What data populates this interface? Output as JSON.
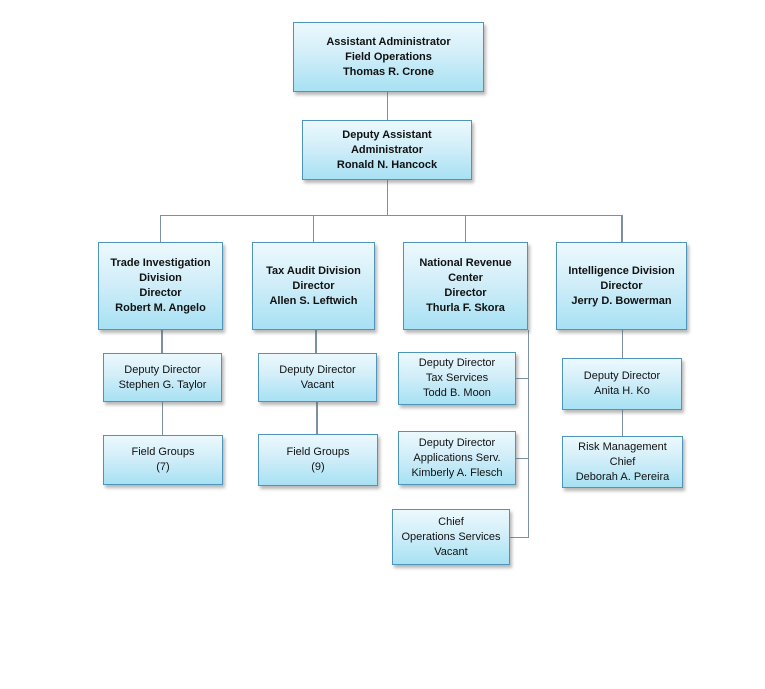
{
  "diagram": {
    "type": "org-chart",
    "nodes": {
      "assistant_administrator": {
        "lines": [
          "Assistant Administrator",
          "Field Operations",
          "Thomas R. Crone"
        ]
      },
      "deputy_assistant_administrator": {
        "lines": [
          "Deputy Assistant",
          "Administrator",
          "Ronald N. Hancock"
        ]
      },
      "trade_investigation_division": {
        "lines": [
          "Trade Investigation",
          "Division",
          "Director",
          "Robert M. Angelo"
        ]
      },
      "tax_audit_division": {
        "lines": [
          "Tax Audit Division",
          "Director",
          "Allen S. Leftwich"
        ]
      },
      "national_revenue_center": {
        "lines": [
          "National Revenue",
          "Center",
          "Director",
          "Thurla F. Skora"
        ]
      },
      "intelligence_division": {
        "lines": [
          "Intelligence Division",
          "Director",
          "Jerry D. Bowerman"
        ]
      },
      "trade_deputy_director": {
        "lines": [
          "Deputy Director",
          "Stephen G. Taylor"
        ]
      },
      "tax_audit_deputy_director": {
        "lines": [
          "Deputy Director",
          "Vacant"
        ]
      },
      "nrc_deputy_director_tax_services": {
        "lines": [
          "Deputy Director",
          "Tax Services",
          "Todd B. Moon"
        ]
      },
      "intelligence_deputy_director": {
        "lines": [
          "Deputy Director",
          "Anita H. Ko"
        ]
      },
      "trade_field_groups": {
        "lines": [
          "Field Groups",
          "(7)"
        ]
      },
      "tax_audit_field_groups": {
        "lines": [
          "Field Groups",
          "(9)"
        ]
      },
      "nrc_deputy_director_applications": {
        "lines": [
          "Deputy Director",
          "Applications Serv.",
          "Kimberly A. Flesch"
        ]
      },
      "risk_management_chief": {
        "lines": [
          "Risk Management",
          "Chief",
          "Deborah A. Pereira"
        ]
      },
      "nrc_chief_operations_services": {
        "lines": [
          "Chief",
          "Operations Services",
          "Vacant"
        ]
      }
    },
    "edges": [
      "assistant_administrator -> deputy_assistant_administrator",
      "deputy_assistant_administrator -> trade_investigation_division",
      "deputy_assistant_administrator -> tax_audit_division",
      "deputy_assistant_administrator -> national_revenue_center",
      "deputy_assistant_administrator -> intelligence_division",
      "trade_investigation_division -> trade_deputy_director",
      "trade_deputy_director -> trade_field_groups",
      "tax_audit_division -> tax_audit_deputy_director",
      "tax_audit_deputy_director -> tax_audit_field_groups",
      "national_revenue_center -> nrc_deputy_director_tax_services",
      "national_revenue_center -> nrc_deputy_director_applications",
      "national_revenue_center -> nrc_chief_operations_services",
      "intelligence_division -> intelligence_deputy_director",
      "intelligence_deputy_director -> risk_management_chief"
    ]
  },
  "colors": {
    "box_fill_top": "#ecf9fd",
    "box_fill_mid": "#d2eef9",
    "box_fill_bottom": "#a7e1f3",
    "box_border": "#4f95bb",
    "connector": "#7b90a3",
    "text": "#111111",
    "background": "#ffffff"
  }
}
